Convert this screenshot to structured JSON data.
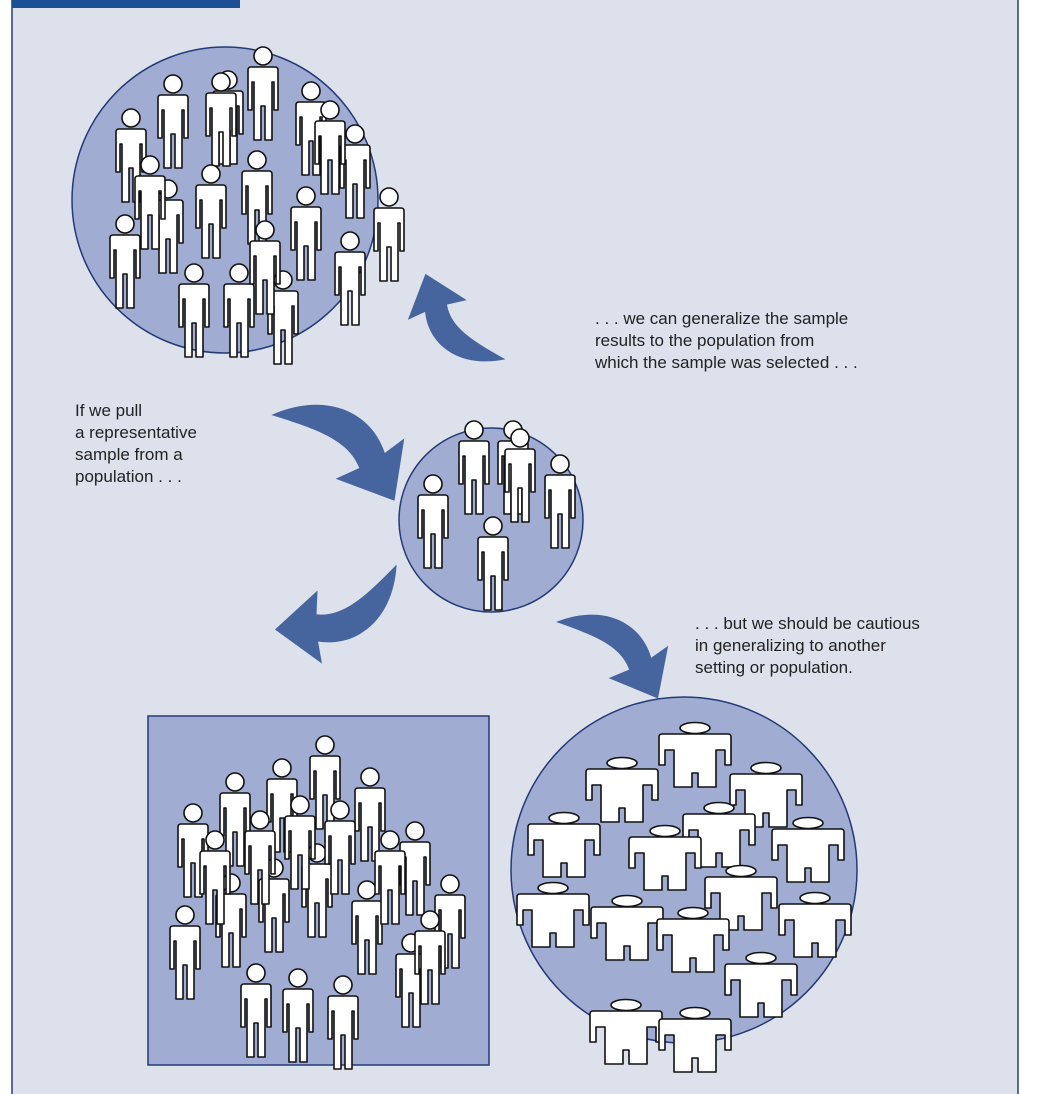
{
  "colors": {
    "panel_background": "#dde1ec",
    "header_bar": "#1d4f94",
    "panel_border": "#2c3f6b",
    "group_fill": "#a1acd3",
    "group_outline": "#233a77",
    "arrow_fill": "#46659f",
    "figure_fill": "#ffffff",
    "figure_outline": "#111111"
  },
  "icons": {
    "person": "standing-person-icon",
    "other_person": "wide-person-icon",
    "arrow": "curved-arrow-icon"
  },
  "groups": {
    "population": {
      "shape": "circle",
      "person_count": 20
    },
    "sample": {
      "shape": "circle",
      "person_count": 6
    },
    "another_setting": {
      "shape": "square",
      "person_count": 22
    },
    "another_population": {
      "shape": "circle",
      "person_count": 15
    }
  },
  "captions": {
    "pull_sample": "If we pull\na representative\nsample from a\npopulation . . .",
    "generalize": ". . . we can generalize the sample\nresults to the population from\nwhich the sample was selected . . .",
    "caution": ". . . but we should be cautious\nin generalizing to another\nsetting or population."
  }
}
